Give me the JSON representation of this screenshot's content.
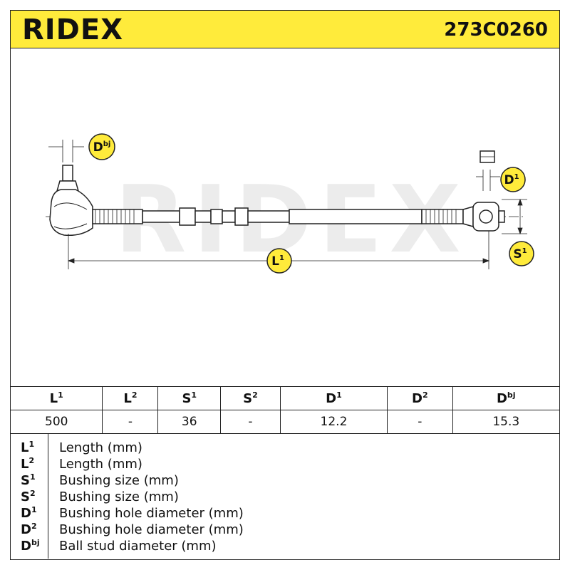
{
  "header": {
    "brand": "RIDEX",
    "part_number": "273C0260"
  },
  "drawing": {
    "watermark": "RIDEX",
    "labels": {
      "dbj": {
        "base": "D",
        "sup": "bj"
      },
      "d1": {
        "base": "D",
        "sup": "1"
      },
      "s1": {
        "base": "S",
        "sup": "1"
      },
      "l1": {
        "base": "L",
        "sup": "1"
      }
    }
  },
  "table": {
    "headers": [
      {
        "base": "L",
        "sup": "1"
      },
      {
        "base": "L",
        "sup": "2"
      },
      {
        "base": "S",
        "sup": "1"
      },
      {
        "base": "S",
        "sup": "2"
      },
      {
        "base": "D",
        "sup": "1"
      },
      {
        "base": "D",
        "sup": "2"
      },
      {
        "base": "D",
        "sup": "bj"
      }
    ],
    "values": [
      "500",
      "-",
      "36",
      "-",
      "12.2",
      "-",
      "15.3"
    ]
  },
  "legend": [
    {
      "base": "L",
      "sup": "1",
      "desc": "Length (mm)"
    },
    {
      "base": "L",
      "sup": "2",
      "desc": "Length (mm)"
    },
    {
      "base": "S",
      "sup": "1",
      "desc": "Bushing size (mm)"
    },
    {
      "base": "S",
      "sup": "2",
      "desc": "Bushing size (mm)"
    },
    {
      "base": "D",
      "sup": "1",
      "desc": "Bushing hole diameter (mm)"
    },
    {
      "base": "D",
      "sup": "2",
      "desc": "Bushing hole diameter (mm)"
    },
    {
      "base": "D",
      "sup": "bj",
      "desc": "Ball stud diameter (mm)"
    }
  ]
}
